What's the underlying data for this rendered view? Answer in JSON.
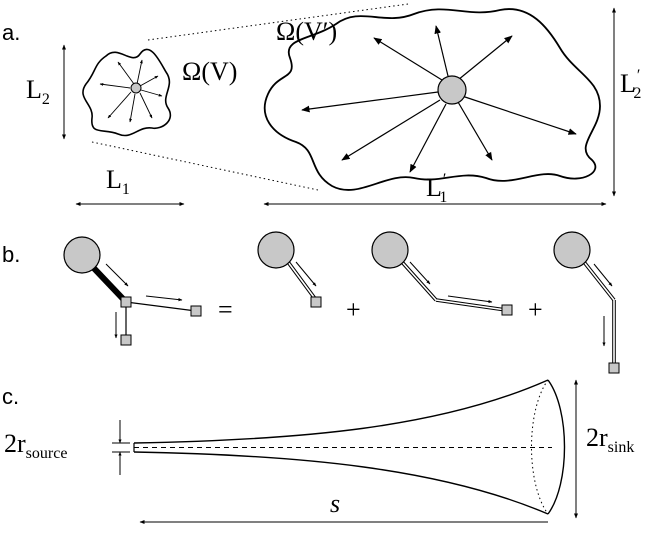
{
  "panel_labels": {
    "a": "a.",
    "b": "b.",
    "c": "c."
  },
  "panel_a": {
    "omega_small": "Ω(V)",
    "omega_large": "Ω(V′)",
    "L2": {
      "base": "L",
      "sub": "2"
    },
    "L1": {
      "base": "L",
      "sub": "1"
    },
    "L1p": {
      "base": "L",
      "prime": "′",
      "sub": "1"
    },
    "L2p": {
      "base": "L",
      "prime": "′",
      "sub": "2"
    }
  },
  "panel_b": {
    "equals": "=",
    "plus": "+"
  },
  "panel_c": {
    "source": {
      "base": "2r",
      "sub": "source"
    },
    "sink": {
      "base": "2r",
      "sub": "sink"
    },
    "s": "s"
  }
}
